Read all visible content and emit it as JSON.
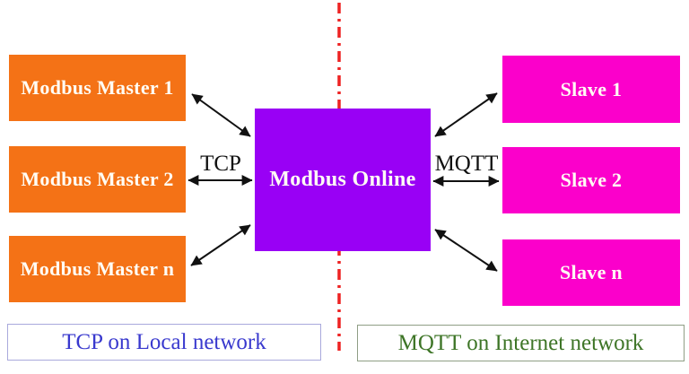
{
  "diagram": {
    "masters": [
      {
        "label": "Modbus Master 1"
      },
      {
        "label": "Modbus Master 2"
      },
      {
        "label": "Modbus Master n"
      }
    ],
    "center": {
      "label": "Modbus Online"
    },
    "slaves": [
      {
        "label": "Slave 1"
      },
      {
        "label": "Slave 2"
      },
      {
        "label": "Slave n"
      }
    ],
    "protocol_left": "TCP",
    "protocol_right": "MQTT",
    "legend_left": "TCP on Local network",
    "legend_right": "MQTT on Internet network"
  },
  "colors": {
    "master_fill": "#F47216",
    "slave_fill": "#FB00CB",
    "center_fill": "#9900F5",
    "divider_line": "#EE2222",
    "arrow": "#111111",
    "legend_left_text": "#3939CE",
    "legend_left_border": "#A9A9DC",
    "legend_right_text": "#3E7527",
    "legend_right_border": "#8F9E85",
    "box_text": "#FFFDF5"
  }
}
